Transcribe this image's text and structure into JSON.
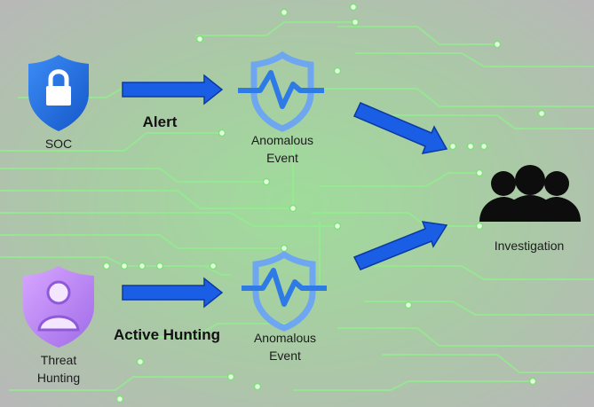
{
  "nodes": {
    "soc": {
      "label": "SOC",
      "icon": "lock-shield-icon",
      "color": "#1f6fe0"
    },
    "threat_hunting": {
      "label": "Threat\nHunting",
      "icon": "user-shield-icon",
      "color": "#b07df0"
    },
    "anomalous_event_top": {
      "label": "Anomalous\nEvent",
      "icon": "pulse-shield-icon",
      "color": "#4f8fe8"
    },
    "anomalous_event_bottom": {
      "label": "Anomalous\nEvent",
      "icon": "pulse-shield-icon",
      "color": "#4f8fe8"
    },
    "investigation": {
      "label": "Investigation",
      "icon": "group-icon",
      "color": "#111111"
    }
  },
  "edges": {
    "alert": {
      "label": "Alert"
    },
    "active_hunting": {
      "label": "Active Hunting"
    }
  },
  "colors": {
    "arrow": "#1a5ee6",
    "background_edge": "#b7b7b7",
    "background_center": "#9ed69a",
    "circuit_lines": "#8ff08c"
  }
}
